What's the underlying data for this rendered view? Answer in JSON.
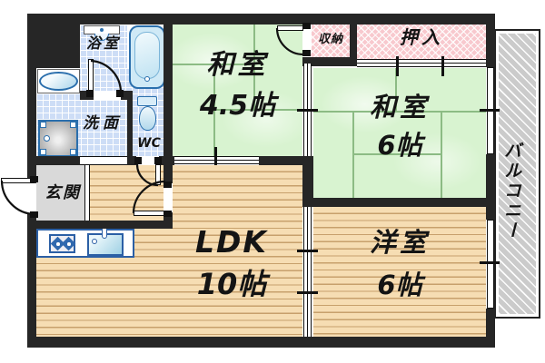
{
  "rooms": {
    "washitsu_45": {
      "name": "和室",
      "size": "4.5帖"
    },
    "washitsu_6": {
      "name": "和室",
      "size": "6帖"
    },
    "ldk": {
      "name": "LDK",
      "size": "10帖"
    },
    "yoshitsu": {
      "name": "洋室",
      "size": "6帖"
    },
    "bathroom": {
      "name": "浴室"
    },
    "washroom": {
      "name": "洗面"
    },
    "toilet": {
      "name": "WC"
    },
    "entrance": {
      "name": "玄関"
    },
    "storage": {
      "name": "収納"
    },
    "futon_closet": {
      "name": "押入"
    },
    "balcony": {
      "name": "バルコニー"
    }
  },
  "colors": {
    "wall": "#262626",
    "tatami_green": "#d8f3d0",
    "tatami_line": "#8cbb84",
    "wood_floor": "#f6ddb3",
    "tile_blue": "#cdddf6",
    "closet_pink": "#f8c9ce",
    "balcony_gray": "#cbcbcb",
    "entrance_gray": "#d9d9d9",
    "fixture_blue": "#2b6fad",
    "kitchen_blue": "#2b5fa5"
  }
}
